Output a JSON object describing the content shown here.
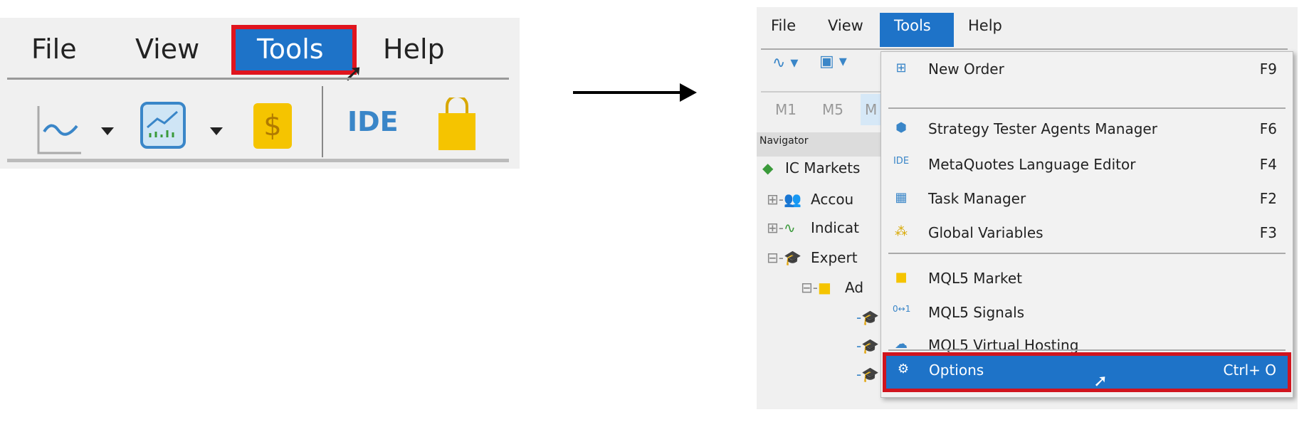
{
  "before": {
    "menu": [
      "File",
      "View",
      "Tools",
      "Help"
    ],
    "toolbar": {
      "ide_label": "IDE",
      "dollar": "$"
    }
  },
  "after": {
    "menu": [
      "File",
      "View",
      "Tools",
      "Help"
    ],
    "timeframes": [
      "M1",
      "M5",
      "M"
    ],
    "navigator": {
      "title": "Navigator",
      "items": [
        "IC Markets",
        "Accou",
        "Indicat",
        "Expert",
        "Ad"
      ]
    },
    "dropdown": [
      {
        "label": "New Order",
        "shortcut": "F9",
        "icon": "new-order-icon"
      },
      {
        "label": "Strategy Tester Agents Manager",
        "shortcut": "F6",
        "icon": "shield-icon"
      },
      {
        "label": "MetaQuotes Language Editor",
        "shortcut": "F4",
        "icon": "ide-icon"
      },
      {
        "label": "Task Manager",
        "shortcut": "F2",
        "icon": "task-manager-icon"
      },
      {
        "label": "Global Variables",
        "shortcut": "F3",
        "icon": "global-variables-icon"
      },
      {
        "label": "MQL5 Market",
        "shortcut": "",
        "icon": "bag-icon"
      },
      {
        "label": "MQL5 Signals",
        "shortcut": "",
        "icon": "signals-icon"
      },
      {
        "label": "MQL5 Virtual Hosting",
        "shortcut": "",
        "icon": "cloud-icon"
      },
      {
        "label": "Options",
        "shortcut": "Ctrl+ O",
        "icon": "gear-icon"
      }
    ]
  },
  "colors": {
    "highlight": "#1e73c8",
    "callout": "#e0141e"
  }
}
